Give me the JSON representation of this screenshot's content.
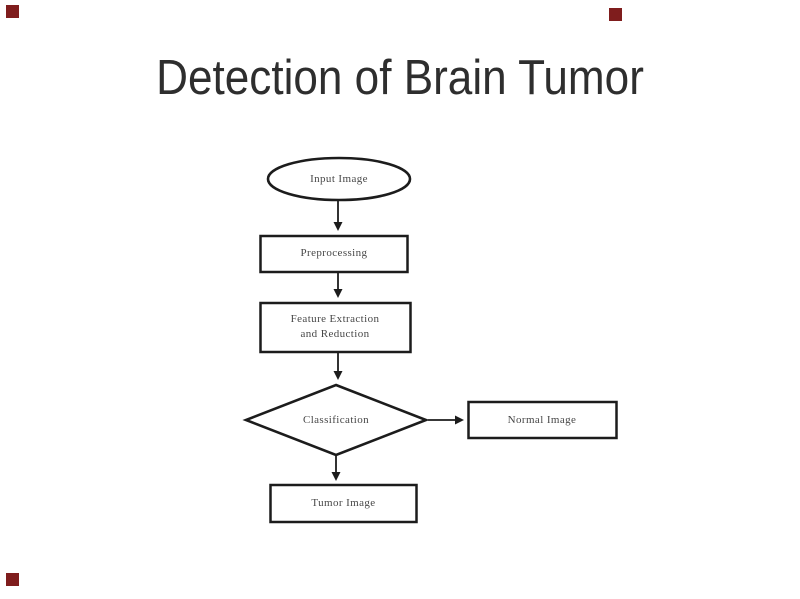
{
  "slide": {
    "title": "Detection of Brain Tumor"
  },
  "flowchart": {
    "type": "flowchart",
    "nodes": {
      "input": {
        "shape": "ellipse",
        "label": "Input Image"
      },
      "preprocessing": {
        "shape": "process",
        "label": "Preprocessing"
      },
      "feature": {
        "shape": "process",
        "line1": "Feature Extraction",
        "line2": "and Reduction"
      },
      "classification": {
        "shape": "decision",
        "label": "Classification"
      },
      "normal": {
        "shape": "process",
        "label": "Normal Image"
      },
      "tumor": {
        "shape": "process",
        "label": "Tumor Image"
      }
    },
    "edges": [
      {
        "from": "Input Image",
        "to": "Preprocessing"
      },
      {
        "from": "Preprocessing",
        "to": "Feature Extraction and Reduction"
      },
      {
        "from": "Feature Extraction and Reduction",
        "to": "Classification"
      },
      {
        "from": "Classification",
        "to": "Normal Image"
      },
      {
        "from": "Classification",
        "to": "Tumor Image"
      }
    ]
  },
  "colors": {
    "background": "#ffffff",
    "ink": "#1c1c1c",
    "title_text": "#2e2e2e",
    "node_text": "#474747",
    "corner_artifact": "#7f1d1d"
  }
}
